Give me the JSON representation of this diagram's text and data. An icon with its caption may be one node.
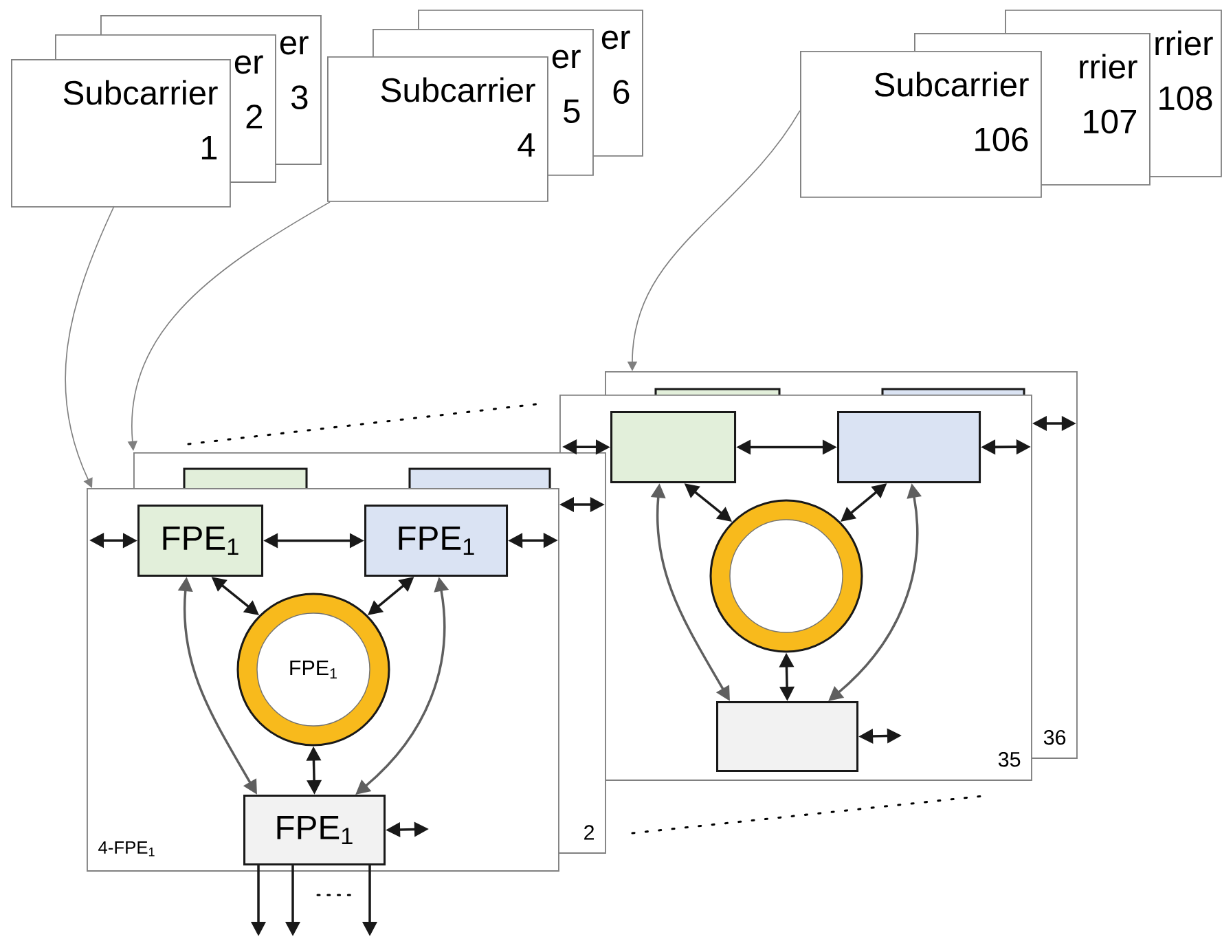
{
  "diagram": {
    "nodes": [
      {
        "text": [
          "Subcarrier 1"
        ]
      },
      {
        "text": [
          "er 2"
        ]
      },
      {
        "text": [
          "er 3"
        ]
      },
      {
        "text": [
          "Subcarrier 4"
        ]
      },
      {
        "text": [
          "er 5"
        ]
      },
      {
        "text": [
          "er 6"
        ]
      },
      {
        "text": [
          "Subcarrier 106"
        ]
      },
      {
        "text": [
          "rrier 107"
        ]
      },
      {
        "text": [
          "rrier 108"
        ]
      },
      {
        "text": [
          "4-FPE$_{1}$"
        ]
      },
      {
        "text": [
          "FPE$_{1}$"
        ],
        "in": 9
      },
      {
        "text": [
          "FPE$_{1}$"
        ],
        "in": 9
      },
      {
        "text": [
          "FPE$_{1}$"
        ],
        "in": 9
      },
      {
        "text": [
          "FPE$_{1}$"
        ],
        "in": 9
      },
      {
        "text": [
          "2"
        ]
      },
      {
        "text": [],
        "shape": "box",
        "in": 14
      },
      {
        "text": [],
        "shape": "box",
        "in": 14
      },
      {
        "text": [
          "35"
        ]
      },
      {
        "text": [],
        "shape": "box",
        "in": 17
      },
      {
        "text": [],
        "shape": "box",
        "in": 17
      },
      {
        "text": [],
        "shape": "circle",
        "in": 17
      },
      {
        "text": [],
        "shape": "box",
        "in": 17
      },
      {
        "text": [
          "36"
        ]
      },
      {
        "text": [],
        "shape": "box",
        "in": 22
      },
      {
        "text": [],
        "shape": "box",
        "in": 22
      }
    ],
    "edges": [
      {
        "from": 0,
        "to": 9,
        "arrow": "to",
        "color": "#7f7f7f"
      },
      {
        "from": 3,
        "to": 14,
        "arrow": "to",
        "color": "#7f7f7f"
      },
      {
        "from": 6,
        "to": 22,
        "arrow": "to",
        "color": "#7f7f7f"
      },
      {
        "from": 9,
        "to": 10,
        "arrow": "both"
      },
      {
        "from": 10,
        "to": 11,
        "arrow": "both"
      },
      {
        "from": 11,
        "to": 9,
        "arrow": "both"
      },
      {
        "from": 10,
        "to": 12,
        "arrow": "both"
      },
      {
        "from": 11,
        "to": 12,
        "arrow": "both"
      },
      {
        "from": 10,
        "to": 13,
        "arrow": "both",
        "color": "#5f5f5f"
      },
      {
        "from": 11,
        "to": 13,
        "arrow": "both",
        "color": "#5f5f5f"
      },
      {
        "from": 12,
        "to": 13,
        "arrow": "both"
      },
      {
        "from": 13,
        "to": null,
        "arrow": "both"
      },
      {
        "from": 13,
        "to": null,
        "arrow": "to"
      },
      {
        "from": 13,
        "to": null,
        "arrow": "to"
      },
      {
        "from": 13,
        "to": null,
        "arrow": "to"
      },
      {
        "from": 17,
        "to": 18,
        "arrow": "both"
      },
      {
        "from": 18,
        "to": 19,
        "arrow": "both"
      },
      {
        "from": 19,
        "to": 17,
        "arrow": "both"
      },
      {
        "from": 18,
        "to": 20,
        "arrow": "both"
      },
      {
        "from": 19,
        "to": 20,
        "arrow": "both"
      },
      {
        "from": 18,
        "to": 21,
        "arrow": "both",
        "color": "#5f5f5f"
      },
      {
        "from": 19,
        "to": 21,
        "arrow": "both",
        "color": "#5f5f5f"
      },
      {
        "from": 20,
        "to": 21,
        "arrow": "both"
      },
      {
        "from": 21,
        "to": null,
        "arrow": "both"
      },
      {
        "from": 9,
        "to": 14,
        "arrow": "both"
      },
      {
        "from": 17,
        "to": 22,
        "arrow": "both"
      }
    ]
  }
}
